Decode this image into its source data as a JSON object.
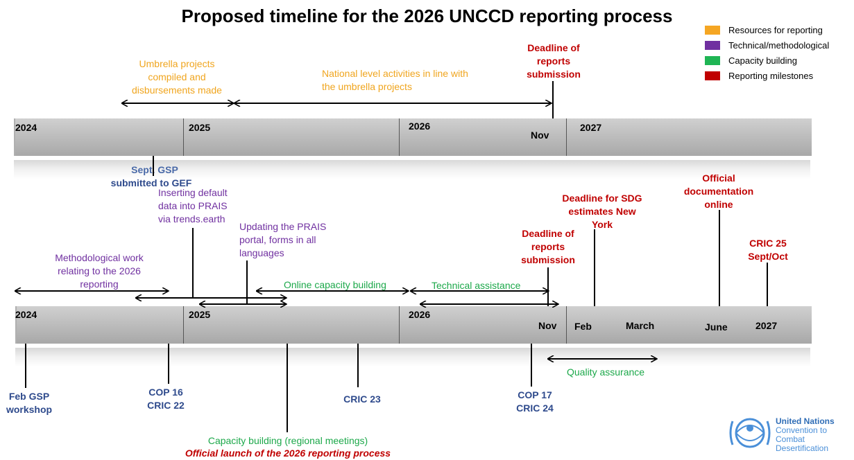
{
  "title": "Proposed timeline for the 2026 UNCCD reporting process",
  "legend": [
    {
      "label": "Resources for reporting",
      "color": "#f5a623"
    },
    {
      "label": "Technical/methodological",
      "color": "#7030a0"
    },
    {
      "label": "Capacity building",
      "color": "#1fb554"
    },
    {
      "label": "Reporting milestones",
      "color": "#c00000"
    }
  ],
  "top_bar": {
    "years": [
      "2024",
      "2025",
      "2026",
      "2027"
    ],
    "month": "Nov"
  },
  "bottom_bar": {
    "years": [
      "2024",
      "2025",
      "2026",
      "2027"
    ],
    "months": [
      "Nov",
      "Feb",
      "March",
      "June"
    ]
  },
  "top_annotations": {
    "umbrella": "Umbrella projects compiled and disbursements made",
    "national": "National level activities in line with the umbrella projects",
    "deadline": "Deadline of reports submission",
    "gsp_line1": "Sept. GSP",
    "gsp_line2": "submitted to GEF"
  },
  "bottom_annotations": {
    "inserting": "Inserting default data into PRAIS via trends.earth",
    "updating": "Updating the PRAIS portal, forms in all languages",
    "methodological": "Methodological work relating to the 2026 reporting",
    "online_cb": "Online capacity building",
    "tech_assist": "Technical assistance",
    "deadline": "Deadline of reports submission",
    "sdg": "Deadline for SDG estimates New York",
    "official_doc": "Official documentation online",
    "cric25": "CRIC 25 Sept/Oct",
    "quality": "Quality assurance",
    "feb_gsp": "Feb GSP workshop",
    "cop16": "COP 16 CRIC 22",
    "cric23": "CRIC 23",
    "cop17": "COP 17 CRIC 24",
    "cb_regional": "Capacity building (regional meetings)",
    "launch": "Official launch of the 2026 reporting process"
  },
  "logo": {
    "line1": "United Nations",
    "line2": "Convention to Combat",
    "line3": "Desertification"
  }
}
